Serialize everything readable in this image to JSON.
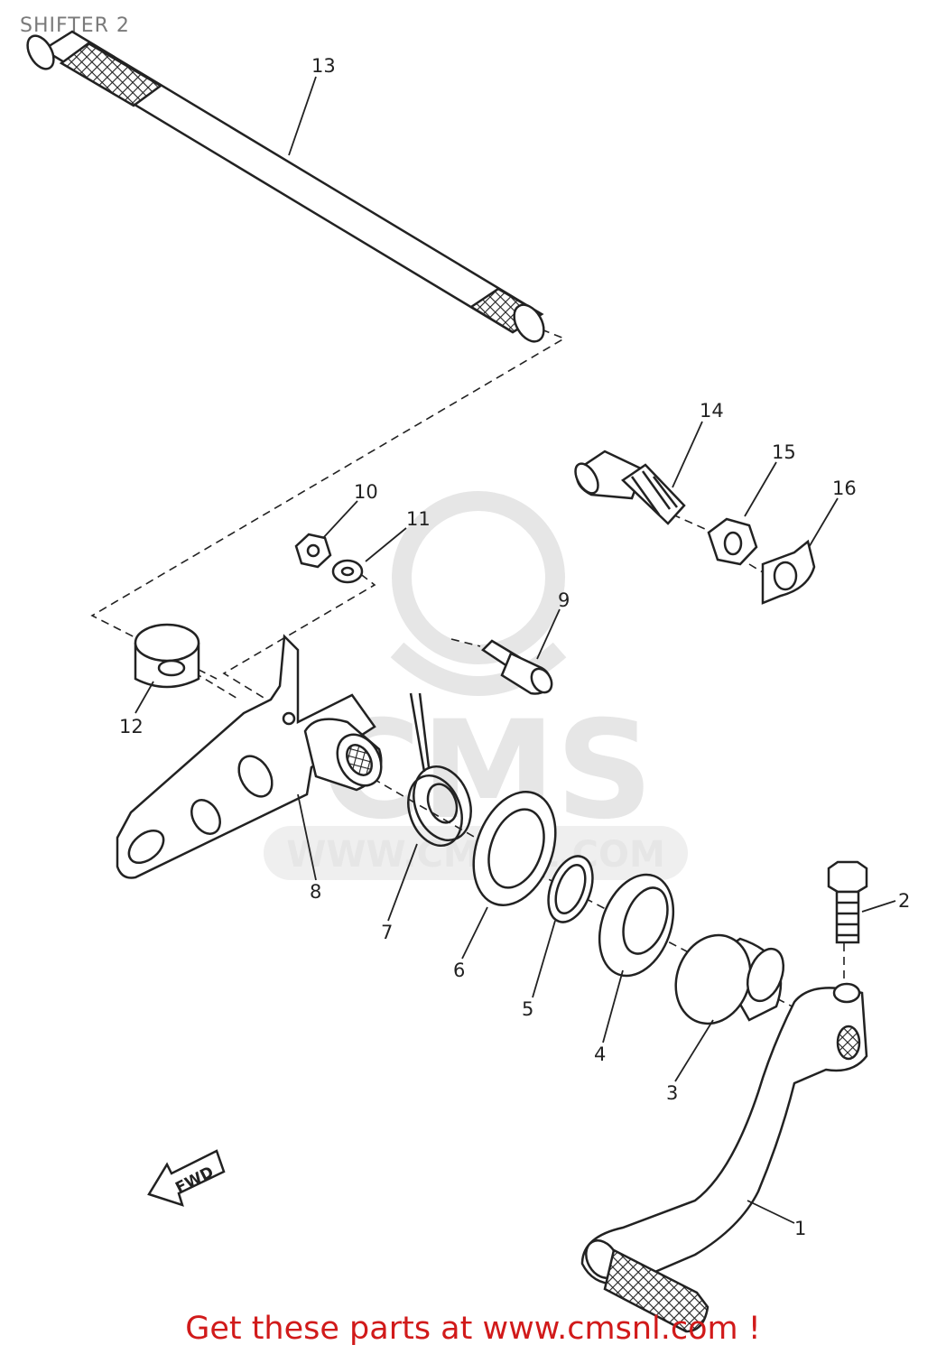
{
  "page": {
    "title": "SHIFTER 2"
  },
  "watermark": {
    "brand": "CMS",
    "url": "WWW.CMSNL.COM"
  },
  "fwd_label": "FWD",
  "callouts": [
    {
      "num": "1"
    },
    {
      "num": "2"
    },
    {
      "num": "3"
    },
    {
      "num": "4"
    },
    {
      "num": "5"
    },
    {
      "num": "6"
    },
    {
      "num": "7"
    },
    {
      "num": "8"
    },
    {
      "num": "9"
    },
    {
      "num": "10"
    },
    {
      "num": "11"
    },
    {
      "num": "12"
    },
    {
      "num": "13"
    },
    {
      "num": "14"
    },
    {
      "num": "15"
    },
    {
      "num": "16"
    }
  ],
  "footer": {
    "link_text": "Get these parts at www.cmsnl.com !"
  },
  "colors": {
    "line": "#222222",
    "watermark": "#e6e6e6",
    "footer": "#d11a1a",
    "title": "#7a7a7a"
  }
}
